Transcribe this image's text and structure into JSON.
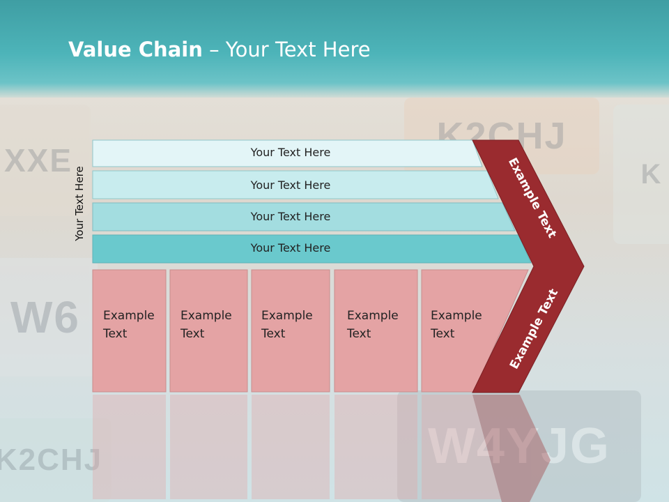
{
  "slide": {
    "title_bold": "Value Chain",
    "title_rest": " – Your Text Here"
  },
  "side_label": "Your Text Here",
  "rows": [
    {
      "label": "Your Text Here",
      "color": "#e3f5f7"
    },
    {
      "label": "Your Text Here",
      "color": "#c8ecee"
    },
    {
      "label": "Your Text Here",
      "color": "#a3dde0"
    },
    {
      "label": "Your Text Here",
      "color": "#6ac9cd"
    }
  ],
  "cells": [
    {
      "line1": "Example",
      "line2": "Text"
    },
    {
      "line1": "Example",
      "line2": "Text"
    },
    {
      "line1": "Example",
      "line2": "Text"
    },
    {
      "line1": "Example",
      "line2": "Text"
    },
    {
      "line1": "Example",
      "line2": "Text"
    }
  ],
  "chevron": {
    "top_label": "Example Text",
    "bottom_label": "Example Text",
    "color": "#9a2b2f"
  },
  "colors": {
    "cell_fill": "#e4a3a4",
    "header_teal": "#4db4b9"
  }
}
